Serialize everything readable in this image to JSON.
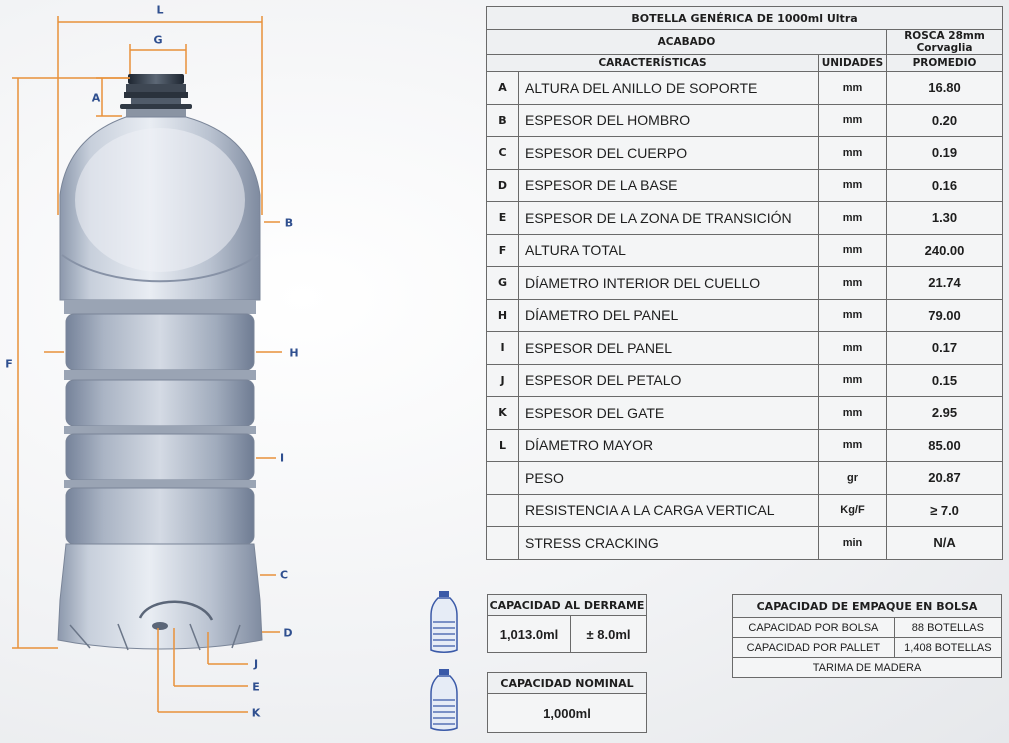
{
  "dimension_letters": [
    "L",
    "G",
    "A",
    "F",
    "B",
    "H",
    "I",
    "C",
    "D",
    "J",
    "E",
    "K"
  ],
  "spec": {
    "title": "BOTELLA GENÉRICA DE 1000ml Ultra",
    "acabado_label": "ACABADO",
    "acabado_value": "ROSCA 28mm Corvaglia",
    "col_caracteristicas": "CARACTERÍSTICAS",
    "col_unidades": "UNIDADES",
    "col_promedio": "PROMEDIO",
    "rows": [
      {
        "letter": "A",
        "label": "ALTURA DEL ANILLO DE SOPORTE",
        "unit": "mm",
        "value": "16.80"
      },
      {
        "letter": "B",
        "label": "ESPESOR DEL HOMBRO",
        "unit": "mm",
        "value": "0.20"
      },
      {
        "letter": "C",
        "label": "ESPESOR DEL CUERPO",
        "unit": "mm",
        "value": "0.19"
      },
      {
        "letter": "D",
        "label": "ESPESOR DE LA BASE",
        "unit": "mm",
        "value": "0.16"
      },
      {
        "letter": "E",
        "label": "ESPESOR DE LA ZONA DE TRANSICIÓN",
        "unit": "mm",
        "value": "1.30"
      },
      {
        "letter": "F",
        "label": "ALTURA TOTAL",
        "unit": "mm",
        "value": "240.00"
      },
      {
        "letter": "G",
        "label": "DÍAMETRO INTERIOR DEL CUELLO",
        "unit": "mm",
        "value": "21.74"
      },
      {
        "letter": "H",
        "label": "DÍAMETRO DEL PANEL",
        "unit": "mm",
        "value": "79.00"
      },
      {
        "letter": "I",
        "label": "ESPESOR DEL PANEL",
        "unit": "mm",
        "value": "0.17"
      },
      {
        "letter": "J",
        "label": "ESPESOR DEL PETALO",
        "unit": "mm",
        "value": "0.15"
      },
      {
        "letter": "K",
        "label": "ESPESOR DEL GATE",
        "unit": "mm",
        "value": "2.95"
      },
      {
        "letter": "L",
        "label": "DÍAMETRO MAYOR",
        "unit": "mm",
        "value": "85.00"
      },
      {
        "letter": "",
        "label": "PESO",
        "unit": "gr",
        "value": "20.87"
      },
      {
        "letter": "",
        "label": "RESISTENCIA A LA CARGA VERTICAL",
        "unit": "Kg/F",
        "value": "≥ 7.0"
      },
      {
        "letter": "",
        "label": "STRESS CRACKING",
        "unit": "min",
        "value": "N/A"
      }
    ]
  },
  "derrame": {
    "title": "CAPACIDAD AL DERRAME",
    "value": "1,013.0ml",
    "tolerance": "± 8.0ml"
  },
  "nominal": {
    "title": "CAPACIDAD NOMINAL",
    "value": "1,000ml"
  },
  "empaque": {
    "title": "CAPACIDAD DE EMPAQUE EN BOLSA",
    "rows": [
      {
        "label": "CAPACIDAD POR BOLSA",
        "value": "88 BOTELLAS"
      },
      {
        "label": "CAPACIDAD POR PALLET",
        "value": "1,408 BOTELLAS"
      }
    ],
    "footer": "TARIMA DE MADERA"
  },
  "colors": {
    "dimension_line": "#e8913a",
    "letter": "#2f4f8f",
    "border": "#6a6a6a"
  }
}
